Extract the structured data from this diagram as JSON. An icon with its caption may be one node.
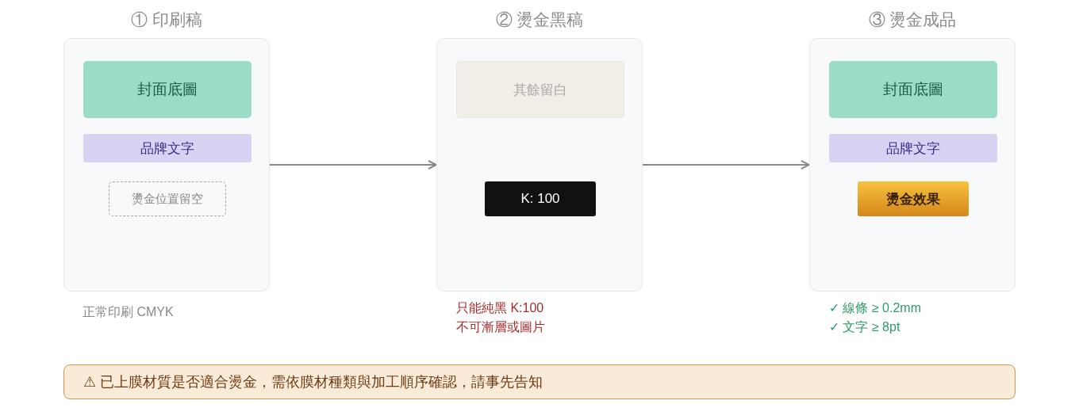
{
  "diagram": {
    "nodes": [
      {
        "text": [
          "① 印刷稿"
        ],
        "beside": [
          "正常印刷 CMYK"
        ]
      },
      {
        "text": [
          "封面底圖"
        ],
        "in": 0
      },
      {
        "text": [
          "品牌文字"
        ],
        "in": 0
      },
      {
        "text": [
          "燙金位置留空"
        ],
        "in": 0
      },
      {
        "text": [
          "② 燙金黑稿"
        ],
        "beside": [
          "只能純黑 K:100",
          "不可漸層或圖片"
        ]
      },
      {
        "text": [
          "其餘留白"
        ],
        "in": 4
      },
      {
        "text": [
          "K: 100"
        ],
        "in": 4
      },
      {
        "text": [
          "③ 燙金成品"
        ],
        "beside": [
          "✓ 線條 ≥ 0.2mm",
          "✓ 文字 ≥ 8pt"
        ]
      },
      {
        "text": [
          "封面底圖"
        ],
        "in": 7
      },
      {
        "text": [
          "品牌文字"
        ],
        "in": 7
      },
      {
        "text": [
          "燙金效果"
        ],
        "in": 7
      },
      {
        "text": [
          "⚠ 已上膜材質是否適合燙金，需依膜材種類與加工順序確認，請事先告知"
        ]
      }
    ],
    "edges": [
      {
        "from": 0,
        "to": 4,
        "arrow": "to"
      },
      {
        "from": 4,
        "to": 7,
        "arrow": "to"
      }
    ]
  }
}
